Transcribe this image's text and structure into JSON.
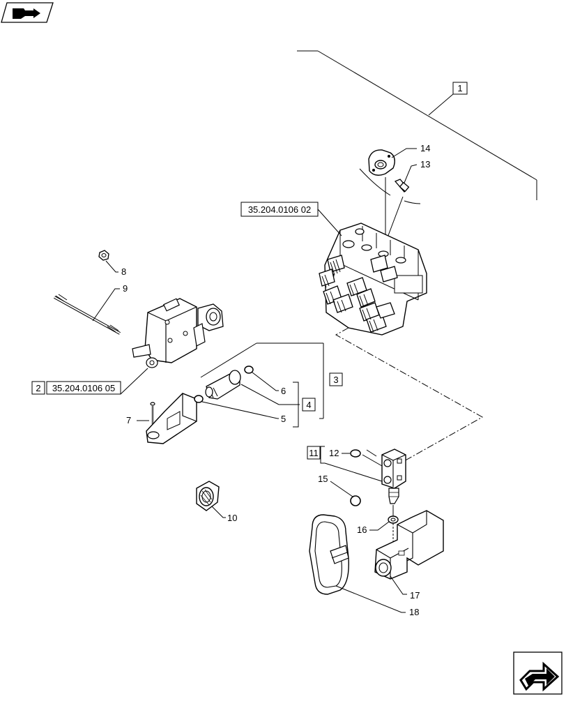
{
  "callouts": {
    "c1": "1",
    "c2": "2",
    "c3": "3",
    "c4": "4",
    "c5": "5",
    "c6": "6",
    "c7": "7",
    "c8": "8",
    "c9": "9",
    "c10": "10",
    "c11": "11",
    "c12": "12",
    "c13": "13",
    "c14": "14",
    "c15": "15",
    "c16": "16",
    "c17": "17",
    "c18": "18"
  },
  "refs": {
    "top_valve": "35.204.0106 02",
    "side_valve": "35.204.0106 05"
  },
  "icons": {
    "top_left": "book-arrow-icon",
    "bottom_right": "next-page-arrow-icon"
  }
}
